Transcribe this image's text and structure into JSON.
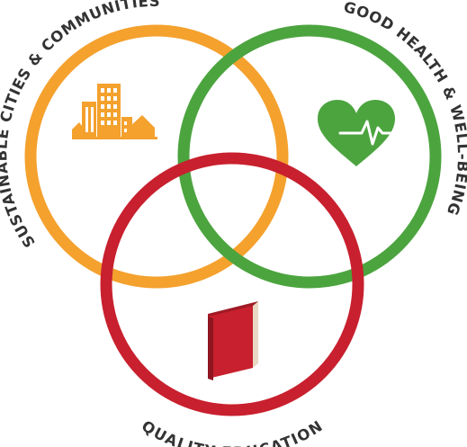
{
  "diagram": {
    "type": "venn",
    "sets": [
      {
        "id": "cities",
        "label": "SUSTAINABLE CITIES & COMMUNITIES",
        "color": "#F4A12E",
        "icon": "city-buildings-icon"
      },
      {
        "id": "health",
        "label": "GOOD HEALTH & WELL-BEING",
        "color": "#4CA43F",
        "icon": "heart-pulse-icon"
      },
      {
        "id": "education",
        "label": "QUALITY EDUCATION",
        "color": "#C8202E",
        "icon": "book-icon"
      }
    ]
  }
}
